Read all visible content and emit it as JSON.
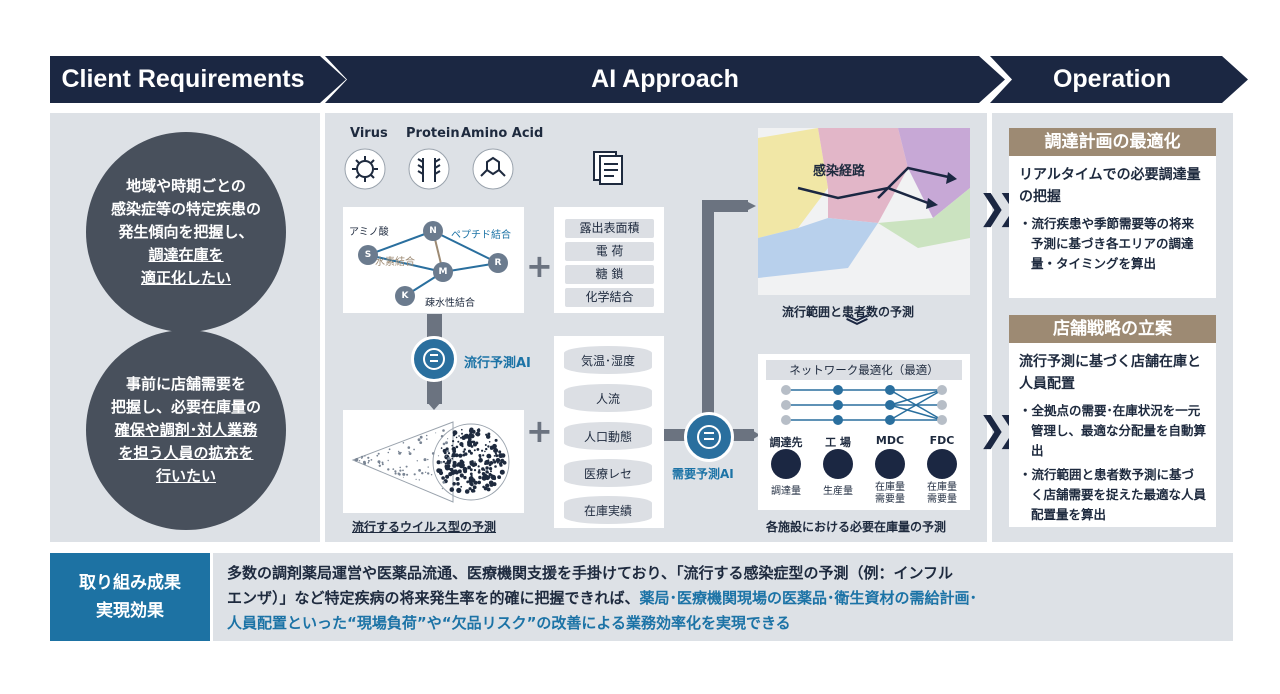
{
  "header": {
    "left": "Client Requirements",
    "middle": "AI Approach",
    "right": "Operation"
  },
  "client": {
    "circle1": {
      "l1": "地域や時期ごとの",
      "l2": "感染症等の特定疾患の",
      "l3": "発生傾向を把握し、",
      "l4": "調達在庫を",
      "l5": "適正化したい"
    },
    "circle2": {
      "l1": "事前に店舗需要を",
      "l2": "把握し、必要在庫量の",
      "l3": "確保や調剤･対人業務",
      "l4": "を担う人員の拡充を",
      "l5": "行いたい"
    }
  },
  "molecule": {
    "icons": [
      "Virus",
      "Protein",
      "Amino Acid"
    ],
    "amino": "アミノ酸",
    "peptide": "ペプチド結合",
    "hydrogen": "水素結合",
    "hydrophobic": "疎水性結合",
    "nodes": [
      "N",
      "S",
      "M",
      "R",
      "K"
    ]
  },
  "features": [
    "露出表面積",
    "電 荷",
    "糖 鎖",
    "化学結合"
  ],
  "ai1": "流行予測AI",
  "ai2": "需要予測AI",
  "virus_caption": "流行するウイルス型の予測",
  "data_sources": [
    "気温･湿度",
    "人流",
    "人口動態",
    "医療レセ",
    "在庫実績"
  ],
  "map": {
    "label": "感染経路",
    "caption": "流行範囲と患者数の予測"
  },
  "network": {
    "title": "ネットワーク最適化（最適）",
    "cols": [
      {
        "top": "調達先",
        "bottom": [
          "調達量"
        ]
      },
      {
        "top": "工 場",
        "bottom": [
          "生産量"
        ]
      },
      {
        "top": "MDC",
        "bottom": [
          "在庫量",
          "需要量"
        ]
      },
      {
        "top": "FDC",
        "bottom": [
          "在庫量",
          "需要量"
        ]
      }
    ],
    "caption": "各施設における必要在庫量の予測"
  },
  "operation": {
    "box1": {
      "title": "調達計画の最適化",
      "head": "リアルタイムでの必要調達量の把握",
      "items": [
        "・流行疾患や季節需要等の将来予測に基づき各エリアの調達量・タイミングを算出"
      ]
    },
    "box2": {
      "title": "店舗戦略の立案",
      "head": "流行予測に基づく店舗在庫と人員配置",
      "items": [
        "・全拠点の需要･在庫状況を一元管理し、最適な分配量を自動算出",
        "・流行範囲と患者数予測に基づく店舗需要を捉えた最適な人員配置量を算出"
      ]
    }
  },
  "result": {
    "label1": "取り組み成果",
    "label2": "実現効果",
    "line1": "多数の調剤薬局運営や医薬品流通、医療機関支援を手掛けており、「流行する感染症型の予測（例：インフル",
    "line2a": "エンザ）」など特定疾病の将来発生率を的確に把握できれば、",
    "line2b": "薬局･医療機関現場の医薬品･衛生資材の需給計画･",
    "line3": "人員配置といった“現場負荷”や“欠品リスク”の改善による業務効率化を実現できる"
  },
  "colors": {
    "navy": "#1b2742",
    "panel": "#dde1e6",
    "accent_blue": "#2a6f9e",
    "text_blue": "#1c73a6",
    "tan": "#9d8a73"
  }
}
